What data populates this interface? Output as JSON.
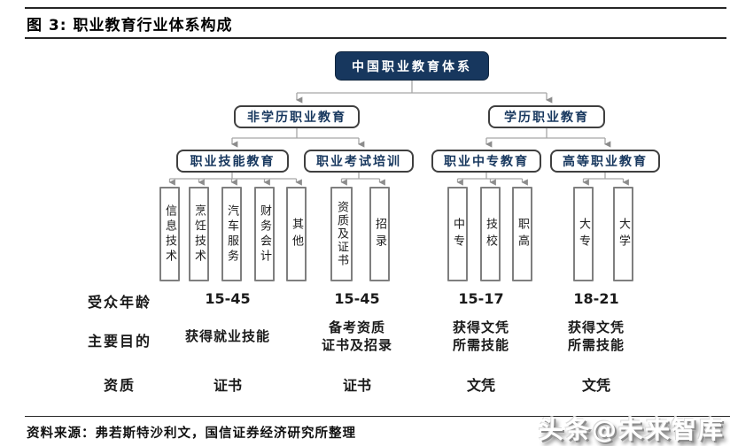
{
  "figure": {
    "title": "图 3: 职业教育行业体系构成",
    "source": "资料来源：弗若斯特沙利文，国信证券经济研究所整理",
    "watermark": "头条@未来智库"
  },
  "colors": {
    "navy": "#17375E",
    "node_border": "#3F3F3F",
    "leaf_border": "#7F7F7F",
    "connector": "#A6A6A6"
  },
  "tree": {
    "root": "中国职业教育体系",
    "level2": [
      {
        "label": "非学历职业教育"
      },
      {
        "label": "学历职业教育"
      }
    ],
    "level3": [
      {
        "label": "职业技能教育",
        "children": [
          "信息技术",
          "烹饪技术",
          "汽车服务",
          "财务会计",
          "其他"
        ]
      },
      {
        "label": "职业考试培训",
        "children": [
          "资质及证书",
          "招录"
        ]
      },
      {
        "label": "职业中专教育",
        "children": [
          "中专",
          "技校",
          "职高"
        ]
      },
      {
        "label": "高等职业教育",
        "children": [
          "大专",
          "大学"
        ]
      }
    ]
  },
  "attributes": {
    "rows": [
      {
        "label": "受众年龄",
        "values": [
          "15-45",
          "15-45",
          "15-17",
          "18-21"
        ]
      },
      {
        "label": "主要目的",
        "values": [
          "获得就业技能",
          "备考资质\n证书及招录",
          "获得文凭\n所需技能",
          "获得文凭\n所需技能"
        ]
      },
      {
        "label": "资质",
        "values": [
          "证书",
          "证书",
          "文凭",
          "文凭"
        ]
      }
    ]
  }
}
